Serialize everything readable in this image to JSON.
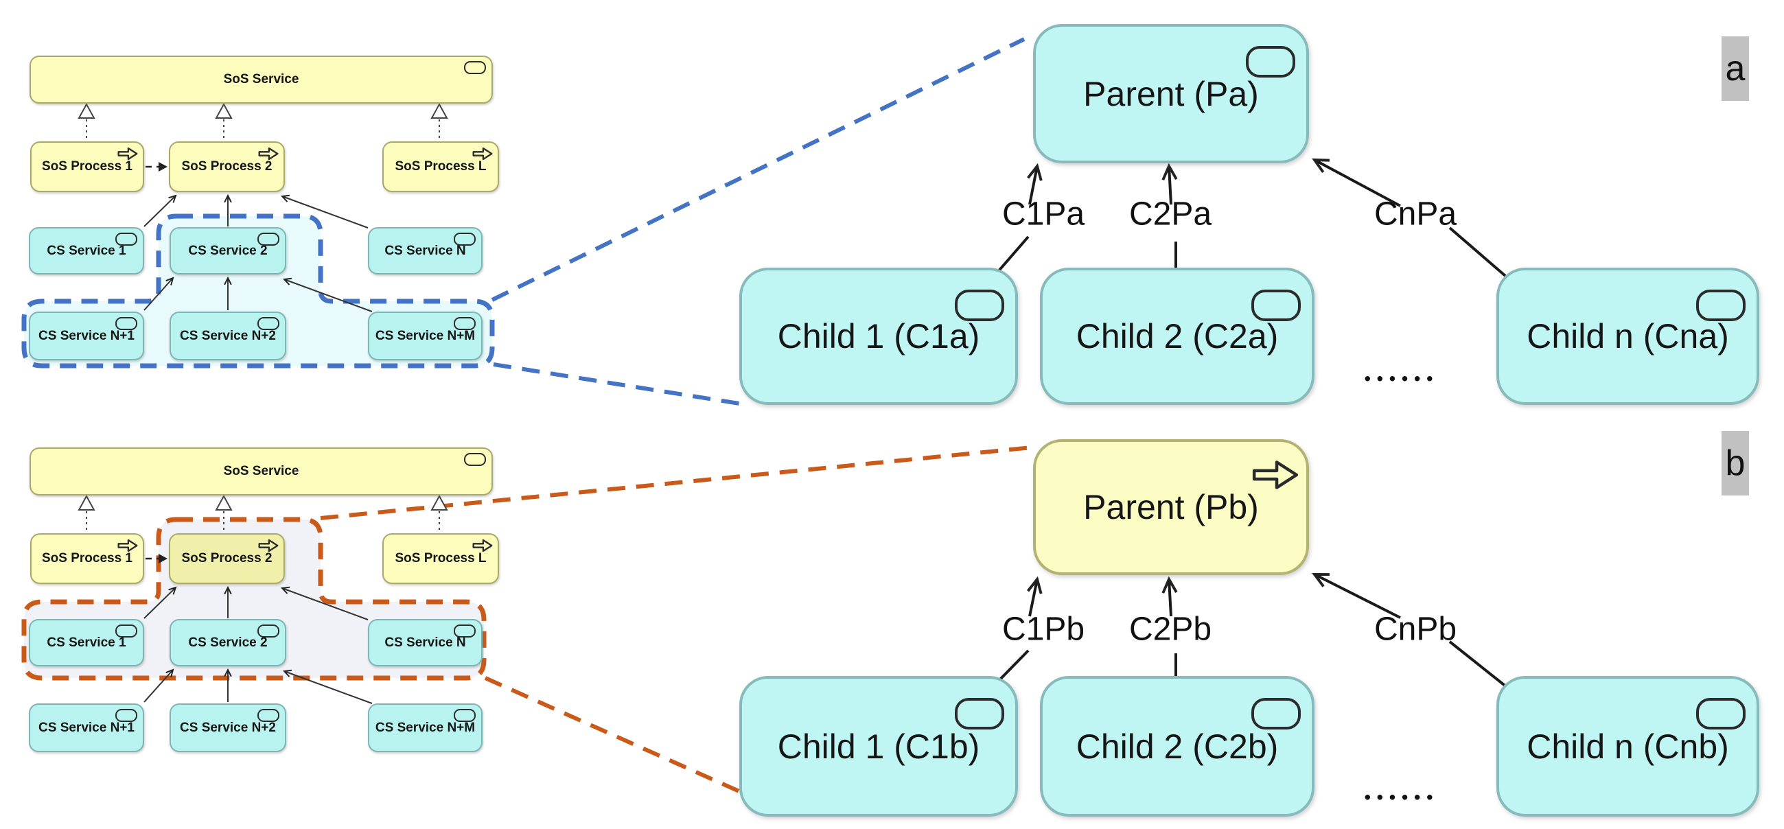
{
  "left_top_diagram": {
    "service": "SoS Service",
    "processes": [
      "SoS Process 1",
      "SoS Process 2",
      "SoS Process L"
    ],
    "row1": [
      "CS Service 1",
      "CS Service 2",
      "CS Service N"
    ],
    "row2": [
      "CS Service N+1",
      "CS Service N+2",
      "CS Service N+M"
    ]
  },
  "left_bottom_diagram": {
    "service": "SoS Service",
    "processes": [
      "SoS Process 1",
      "SoS Process 2",
      "SoS Process L"
    ],
    "row1": [
      "CS Service 1",
      "CS Service 2",
      "CS Service N"
    ],
    "row2": [
      "CS Service N+1",
      "CS Service N+2",
      "CS Service N+M"
    ]
  },
  "diagram_a": {
    "tag": "a",
    "parent": "Parent (Pa)",
    "edge_labels": [
      "C1Pa",
      "C2Pa",
      "CnPa"
    ],
    "children": [
      "Child 1 (C1a)",
      "Child 2 (C2a)",
      "Child n (Cna)"
    ],
    "ellipsis": "••••••"
  },
  "diagram_b": {
    "tag": "b",
    "parent": "Parent (Pb)",
    "edge_labels": [
      "C1Pb",
      "C2Pb",
      "CnPb"
    ],
    "children": [
      "Child 1 (C1b)",
      "Child 2 (C2b)",
      "Child n (Cnb)"
    ],
    "ellipsis": "••••••"
  },
  "colors": {
    "yellow_fill": "#FCFCBD",
    "yellow_border": "#A9A96B",
    "cyan_fill": "#B9F3F0",
    "cyan_border": "#7FB5B5",
    "highlight_fill": "#F0F0AA",
    "blue_dash": "#4472C4",
    "orange_dash": "#C95A1A",
    "blue_region_fill": "#E9FAFC",
    "orange_region_fill": "#F0F2F7",
    "tag_background": "#C1C1C1"
  }
}
